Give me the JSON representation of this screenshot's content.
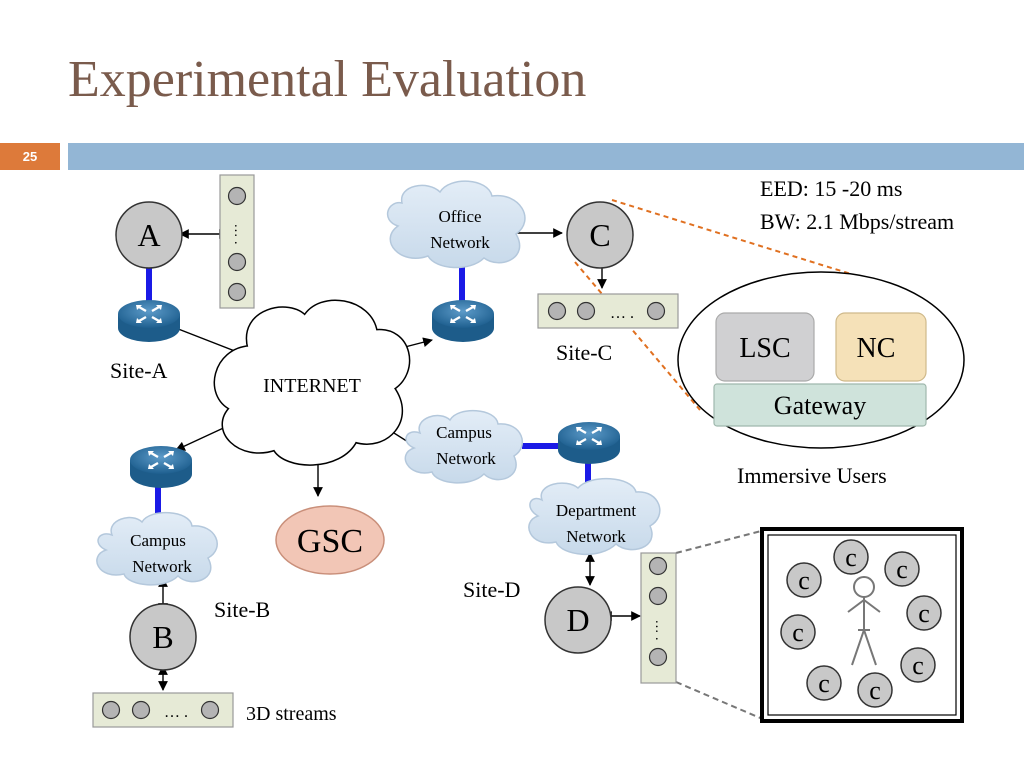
{
  "slide": {
    "title": "Experimental Evaluation",
    "number": "25"
  },
  "metrics": {
    "eed": "EED: 15 -20 ms",
    "bw": "BW: 2.1 Mbps/stream"
  },
  "nodes": {
    "a": "A",
    "b": "B",
    "c": "C",
    "d": "D",
    "gsc": "GSC"
  },
  "sites": {
    "a": "Site-A",
    "b": "Site-B",
    "c": "Site-C",
    "d": "Site-D"
  },
  "networks": {
    "internet": "INTERNET",
    "office_1": "Office",
    "office_2": "Network",
    "campus_d_1": "Campus",
    "campus_d_2": "Network",
    "campus_b_1": "Campus",
    "campus_b_2": "Network",
    "department_1": "Department",
    "department_2": "Network"
  },
  "inset": {
    "lsc": "LSC",
    "nc": "NC",
    "gateway": "Gateway",
    "caption": "Immersive Users"
  },
  "streams": {
    "ellipsis": "… .",
    "label": "3D streams"
  },
  "camera_label": "c",
  "colors": {
    "title": "#7a5b4c",
    "slide_number_bg": "#dd7a3a",
    "title_bar": "#93b6d5",
    "link": "#1a1ae6",
    "zoom_lines": "#e07020"
  }
}
